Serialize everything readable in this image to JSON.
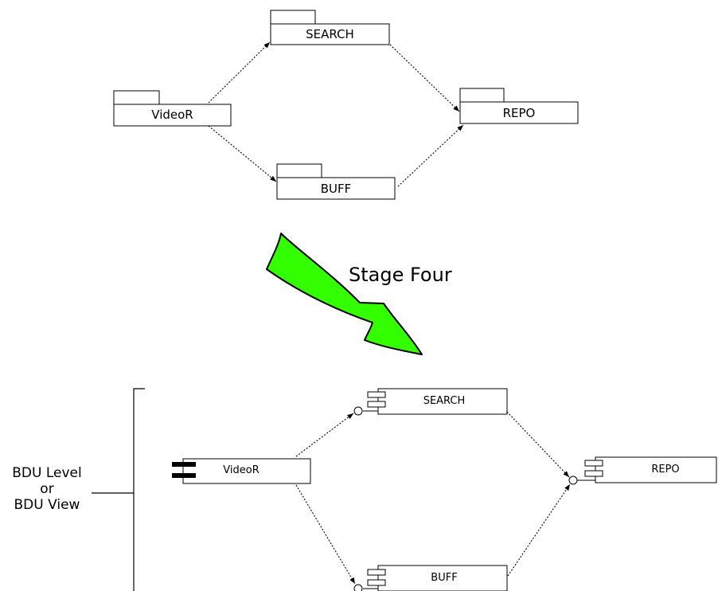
{
  "top_diagram": {
    "packages": [
      {
        "id": "videor",
        "label": "VideoR"
      },
      {
        "id": "search",
        "label": "SEARCH"
      },
      {
        "id": "repo",
        "label": "REPO"
      },
      {
        "id": "buff",
        "label": "BUFF"
      }
    ]
  },
  "transition": {
    "label": "Stage Four",
    "arrow_color": "#33ff00"
  },
  "bottom_diagram": {
    "components": [
      {
        "id": "videor",
        "label": "VideoR"
      },
      {
        "id": "search",
        "label": "SEARCH"
      },
      {
        "id": "repo",
        "label": "REPO"
      },
      {
        "id": "buff",
        "label": "BUFF"
      }
    ]
  },
  "side_label": {
    "line1": "BDU Level",
    "line2": "or",
    "line3": "BDU View"
  }
}
